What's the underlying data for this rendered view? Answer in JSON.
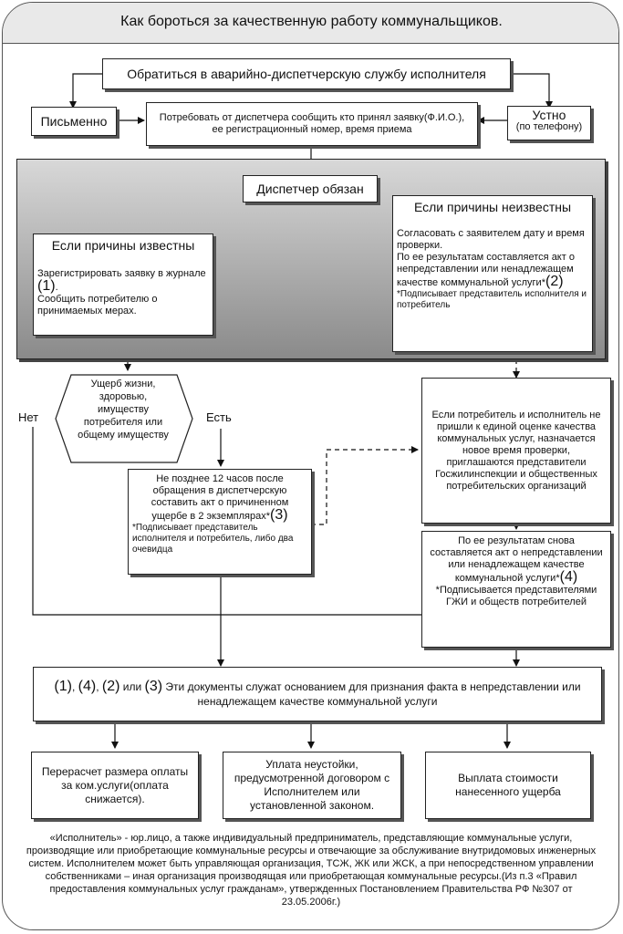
{
  "title": "Как бороться за качественную работу коммунальщиков.",
  "top_box": "Обратиться в аварийно-диспетчерскую службу исполнителя",
  "written": "Письменно",
  "demand": "Потребовать от диспетчера сообщить кто принял заявку(Ф.И.О.), ее регистрационный номер, время приема",
  "oral_1": "Устно",
  "oral_2": "(по телефону)",
  "dispatcher": "Диспетчер обязан",
  "known": {
    "header": "Если причины известны",
    "line1": "Зарегистрировать заявку в журнале ",
    "num": "(1)",
    "line1_end": ".",
    "line2": "Сообщить потребителю о принимаемых мерах."
  },
  "unknown": {
    "header": "Если причины неизвестны",
    "text1": "Согласовать с заявителем дату и время проверки.",
    "text2": "По ее результатам составляется акт о непредставлении или ненадлежащем качестве коммунальной услуги*",
    "num": "(2)",
    "note": "*Подписывает представитель исполнителя и потребитель"
  },
  "damage": "Ущерб жизни, здоровью, имуществу потребителя или общему имуществу",
  "no": "Нет",
  "yes": "Есть",
  "act12": {
    "text": "Не позднее 12 часов после обращения в диспетчерскую составить акт о причиненном ущербе в 2 экземплярах*",
    "num": "(3)",
    "note": "*Подписывает представитель исполнителя и потребитель, либо два очевидца"
  },
  "gzhi": "Если потребитель и исполнитель не пришли к единой оценке качества коммунальных услуг, назначается новое время проверки, приглашаются представители Госжилинспекции и общественных потребительских организаций",
  "result": {
    "text": "По ее результатам снова составляется акт о непредставлении или ненадлежащем качестве коммунальной услуги*",
    "num": "(4)",
    "note": "*Подписывается представителями ГЖИ и обществ потребителей"
  },
  "basis": {
    "n1": "(1)",
    "sep1": ", ",
    "n4": "(4)",
    "sep2": ", ",
    "n2": "(2)",
    "sep3": " или ",
    "n3": "(3)",
    "text": " Эти документы служат основанием для признания факта в непредставлении или ненадлежащем качестве коммунальной услуги"
  },
  "out1": "Перерасчет размера оплаты за ком.услуги(оплата снижается).",
  "out2": "Уплата неустойки, предусмотренной договором с Исполнителем или установленной законом.",
  "out3": "Выплата стоимости нанесенного ущерба",
  "footnote": "«Исполнитель» - юр.лицо, а также индивидуальный предприниматель, представляющие коммунальные услуги, производящие или приобретающие коммунальные ресурсы и отвечающие за обслуживание внутридомовых инженерных систем. Исполнителем может быть управляющая организация, ТСЖ, ЖК или ЖСК, а при непосредственном управлении собственниками – иная организация производящая или приобретающая коммунальные ресурсы.(Из п.3 «Правил предоставления коммунальных услуг гражданам», утвержденных Постановлением Правительства РФ №307 от 23.05.2006г.)"
}
